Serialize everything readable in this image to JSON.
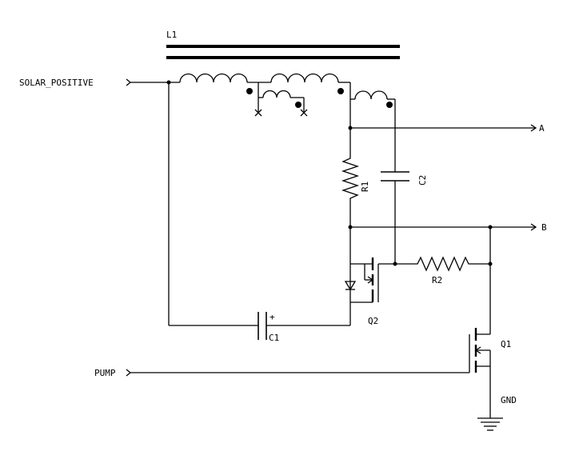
{
  "labels": {
    "transformer": "L1",
    "solar_positive": "SOLAR_POSITIVE",
    "output_a": "A",
    "output_b": "B",
    "resistor_1": "R1",
    "resistor_2": "R2",
    "capacitor_1": "C1",
    "capacitor_2": "C2",
    "capacitor_1_polarity": "+",
    "transistor_1": "Q1",
    "transistor_2": "Q2",
    "pump": "PUMP",
    "ground": "GND"
  },
  "colors": {
    "ink": "#000000",
    "background": "#ffffff"
  }
}
